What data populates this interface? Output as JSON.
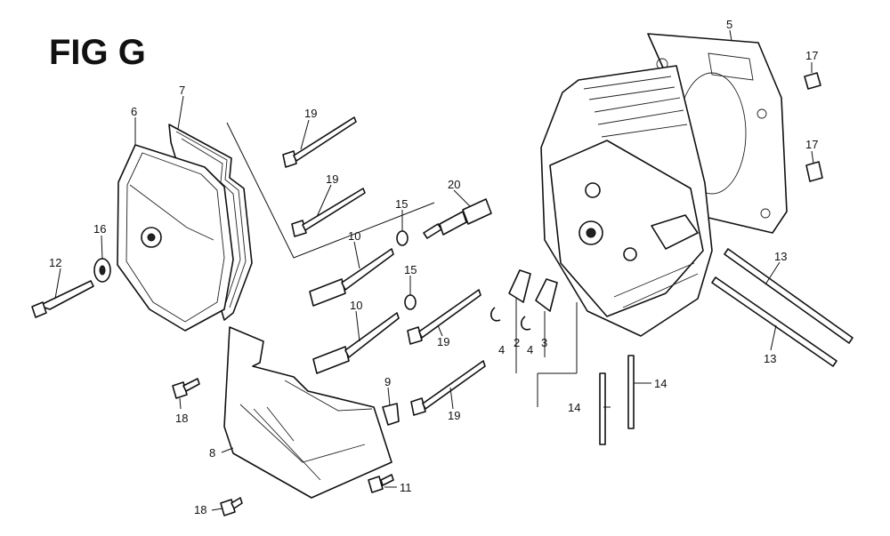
{
  "figure": {
    "title": "FIG G",
    "callouts": {
      "c2": "2",
      "c3": "3",
      "c4a": "4",
      "c4b": "4",
      "c5": "5",
      "c6": "6",
      "c7": "7",
      "c8": "8",
      "c9": "9",
      "c10a": "10",
      "c10b": "10",
      "c11": "11",
      "c12": "12",
      "c13a": "13",
      "c13b": "13",
      "c14a": "14",
      "c14b": "14",
      "c15a": "15",
      "c15b": "15",
      "c16": "16",
      "c17a": "17",
      "c17b": "17",
      "c18a": "18",
      "c18b": "18",
      "c19a": "19",
      "c19b": "19",
      "c19c": "19",
      "c19d": "19",
      "c20": "20"
    }
  }
}
